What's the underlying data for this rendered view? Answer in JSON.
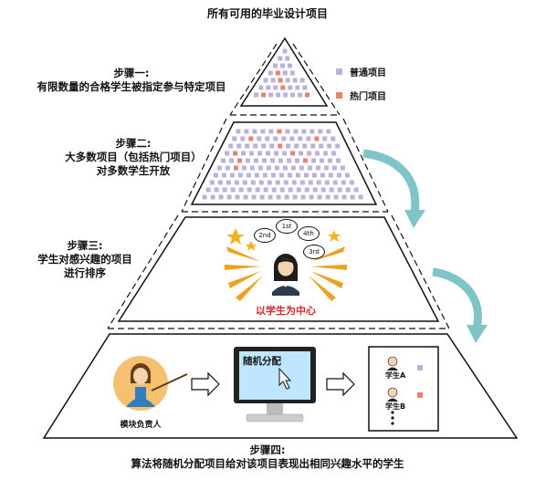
{
  "title": "所有可用的毕业设计项目",
  "legend": {
    "items": [
      {
        "label": "普通项目",
        "color": "#b9b2de"
      },
      {
        "label": "热门项目",
        "color": "#e8836a"
      }
    ]
  },
  "steps": [
    {
      "heading": "步骤一:",
      "lines": [
        "有限数量的合格学生被指定参与特定项目"
      ]
    },
    {
      "heading": "步骤二:",
      "lines": [
        "大多数项目（包括热门项目）",
        "对多数学生开放"
      ]
    },
    {
      "heading": "步骤三:",
      "lines": [
        "学生对感兴趣的项目",
        "进行排序"
      ]
    },
    {
      "heading": "步骤四:",
      "lines": [
        "算法将随机分配项目给对该项目表现出相同兴趣水平的学生"
      ]
    }
  ],
  "student_center_label": "以学生为中心",
  "module_leader_label": "模块负责人",
  "random_allocation_label": "随机分配",
  "students": [
    "学生A",
    "学生B"
  ],
  "rank_badges": [
    "1st",
    "2nd",
    "3rd",
    "4th"
  ],
  "colors": {
    "accent_arrow": "#7fc4c9",
    "hot": "#e8836a",
    "normal": "#b9b2de",
    "center_text": "#d8262c"
  }
}
